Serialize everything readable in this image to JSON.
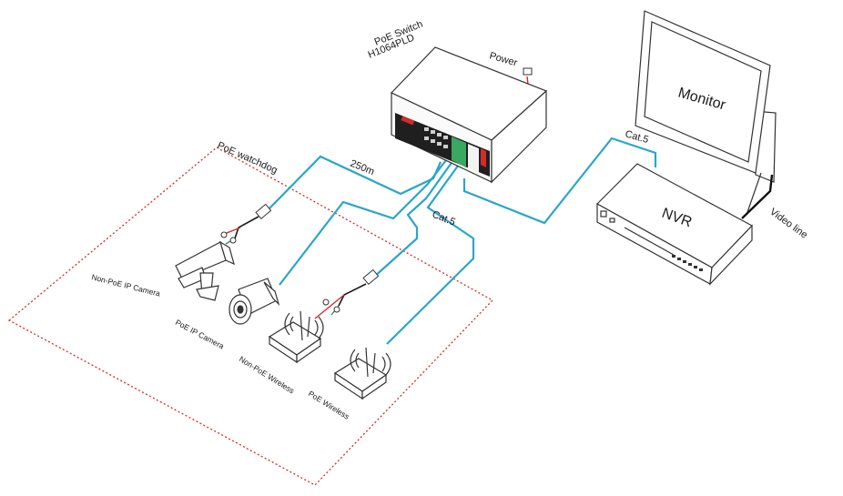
{
  "title": "",
  "switch": {
    "name": "PoE Switch",
    "model": "H1064PLD",
    "power_label": "Power"
  },
  "monitor": {
    "label": "Monitor"
  },
  "nvr": {
    "label": "NVR"
  },
  "links": {
    "cat5_monitor": "Cat.5",
    "video_line": "Video line",
    "distance": "250m",
    "cat5_wireless": "Cat.5"
  },
  "watchdog": {
    "label": "PoE watchdog"
  },
  "devices": [
    {
      "label": "Non-PoE IP Camera"
    },
    {
      "label": "PoE IP Camera"
    },
    {
      "label": "Non-PoE Wireless"
    },
    {
      "label": "PoE Wireless"
    }
  ],
  "colors": {
    "cable": "#2aa6c8",
    "watchdog_border": "#d42a2a",
    "power_wire": "#d42a2a",
    "outline": "#333333"
  }
}
